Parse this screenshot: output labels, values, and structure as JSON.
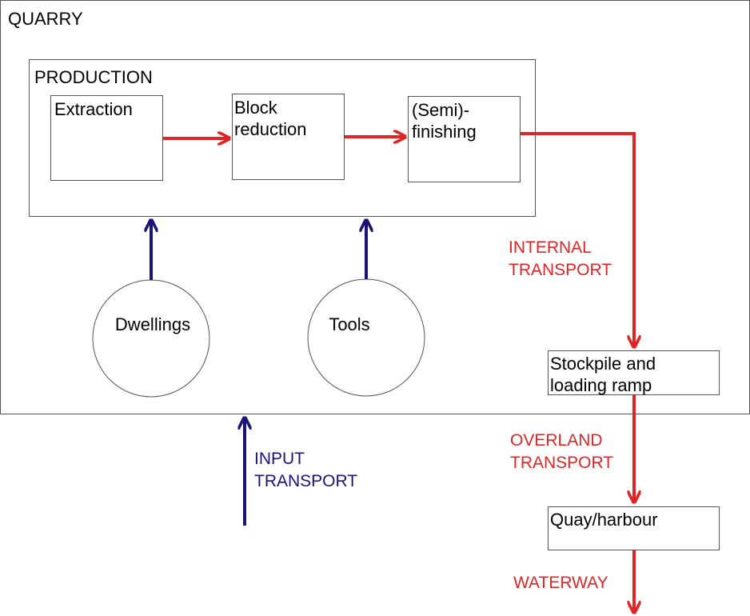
{
  "colors": {
    "flow": "#dd2626",
    "input": "#1b1478",
    "border": "#555555"
  },
  "quarry": {
    "label": "QUARRY"
  },
  "production": {
    "label": "PRODUCTION",
    "steps": [
      {
        "lines": [
          "Extraction"
        ]
      },
      {
        "lines": [
          "Block",
          "reduction"
        ]
      },
      {
        "lines": [
          "(Semi)-",
          "finishing"
        ]
      }
    ]
  },
  "supports": [
    {
      "label": "Dwellings"
    },
    {
      "label": "Tools"
    }
  ],
  "transport": {
    "internal": [
      "INTERNAL",
      "TRANSPORT"
    ],
    "overland": [
      "OVERLAND",
      "TRANSPORT"
    ],
    "waterway": "WATERWAY",
    "input": [
      "INPUT",
      "TRANSPORT"
    ]
  },
  "stockpile": {
    "lines": [
      "Stockpile and",
      "loading ramp"
    ]
  },
  "quay": {
    "label": "Quay/harbour"
  }
}
